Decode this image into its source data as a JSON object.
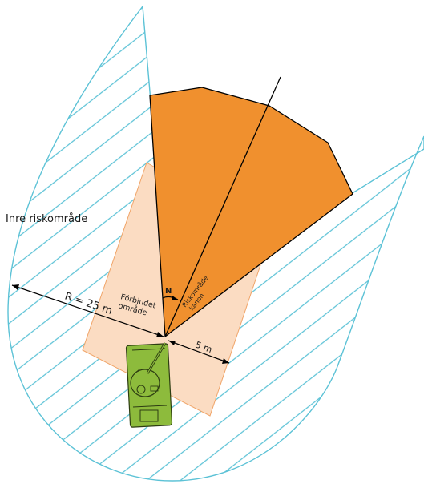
{
  "labels": {
    "inner_zone": "Inre riskområde",
    "radius": "R = 25 m",
    "forbidden_line1": "Förbjudet",
    "forbidden_line2": "område",
    "cannon_line1": "Riskområde",
    "cannon_line2": "kanon",
    "north": "N",
    "distance": "5 m"
  },
  "colors": {
    "hatch": "#5cc2d6",
    "forbidden_zone": "#fbdcc2",
    "cannon_zone": "#f0902e",
    "vehicle": "#8dbb3c",
    "outline": "#000000"
  }
}
